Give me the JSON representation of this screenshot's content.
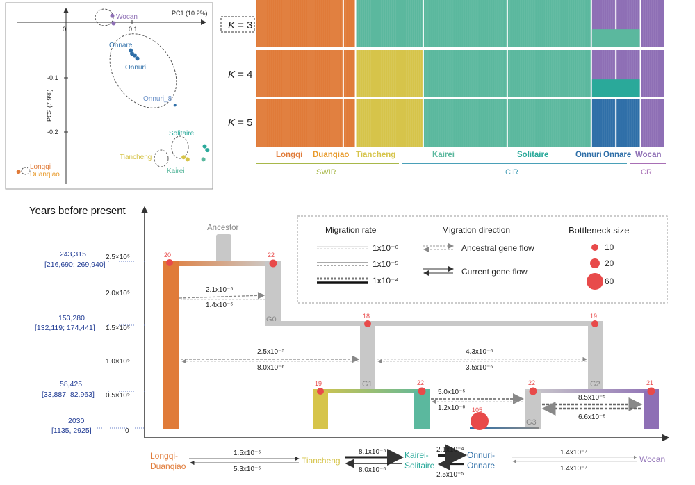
{
  "colors": {
    "longqi": "#e07b39",
    "duanqiao": "#e89a2a",
    "tiancheng": "#d6c44a",
    "kairei": "#5bb89e",
    "solitaire": "#2aa99a",
    "onnuri": "#2f6fa8",
    "onnare": "#2f6fa8",
    "wocan": "#8e6fb5",
    "swir": "#a8b84a",
    "cir": "#4aa0b8",
    "cr": "#a86fb5",
    "bottleneck": "#e84a4a",
    "tick_blue": "#1f3a93",
    "grey_branch": "#c8c8c8"
  },
  "pca": {
    "pc1_label": "PC1 (10.2%)",
    "pc2_label": "PC2 (7.9%)",
    "x_ticks": [
      "0",
      "0.1"
    ],
    "y_ticks": [
      "-0.1",
      "-0.2"
    ],
    "labels": {
      "wocan": "Wocan",
      "onnare": "Onnare",
      "onnuri": "Onnuri",
      "onnuri8": "Onnuri_8",
      "solitaire": "Solitaire",
      "tiancheng": "Tiancheng",
      "kairei": "Kairei",
      "longqi": "Longqi",
      "duanqiao": "Duanqiao"
    },
    "points": [
      {
        "group": "wocan",
        "x": 0.07,
        "y": 0.012
      },
      {
        "group": "wocan",
        "x": 0.072,
        "y": -0.002
      },
      {
        "group": "onnare",
        "x": 0.098,
        "y": -0.052
      },
      {
        "group": "onnare",
        "x": 0.1,
        "y": -0.058
      },
      {
        "group": "onnare",
        "x": 0.104,
        "y": -0.061
      },
      {
        "group": "onnuri",
        "x": 0.108,
        "y": -0.067
      },
      {
        "group": "onnuri8",
        "x": 0.165,
        "y": -0.153
      },
      {
        "group": "solitaire",
        "x": 0.21,
        "y": -0.229
      },
      {
        "group": "solitaire",
        "x": 0.214,
        "y": -0.236
      },
      {
        "group": "tiancheng",
        "x": 0.178,
        "y": -0.249
      },
      {
        "group": "tiancheng",
        "x": 0.184,
        "y": -0.253
      },
      {
        "group": "kairei",
        "x": 0.208,
        "y": -0.253
      },
      {
        "group": "longqi",
        "x": -0.072,
        "y": -0.276
      }
    ]
  },
  "admixture": {
    "rows": [
      {
        "label_k": "K",
        "label_eq": " = 3",
        "boxed": true
      },
      {
        "label_k": "K",
        "label_eq": " = 4",
        "boxed": false
      },
      {
        "label_k": "K",
        "label_eq": " = 5",
        "boxed": false
      }
    ],
    "populations": [
      {
        "name": "Longqi",
        "color": "#e07b39",
        "frac": 0.215
      },
      {
        "name": "Duanqiao",
        "color": "#e89a2a",
        "frac": 0.03
      },
      {
        "name": "Tiancheng",
        "color": "#d6c44a",
        "frac": 0.165
      },
      {
        "name": "Kairei",
        "color": "#5bb89e",
        "frac": 0.205
      },
      {
        "name": "Solitaire",
        "color": "#2aa99a",
        "frac": 0.205
      },
      {
        "name": "Onnuri",
        "color": "#2f6fa8",
        "frac": 0.06
      },
      {
        "name": "Onnare",
        "color": "#2f6fa8",
        "frac": 0.06
      },
      {
        "name": "Wocan",
        "color": "#8e6fb5",
        "frac": 0.06
      }
    ],
    "regions": [
      {
        "name": "SWIR",
        "color": "#a8b84a"
      },
      {
        "name": "CIR",
        "color": "#4aa0b8"
      },
      {
        "name": "CR",
        "color": "#a86fb5"
      }
    ]
  },
  "demography": {
    "y_title": "Years before present",
    "ancestor_label": "Ancestor",
    "y_ticks": [
      "2.5×10⁵",
      "2.0×10⁵",
      "1.5×10⁵",
      "1.0×10⁵",
      "0.5×10⁵",
      "0"
    ],
    "time_estimates": [
      {
        "value": "243,315",
        "ci": "[216,690; 269,940]"
      },
      {
        "value": "153,280",
        "ci": "[132,119; 174,441]"
      },
      {
        "value": "58,425",
        "ci": "[33,887; 82,963]"
      },
      {
        "value": "2030",
        "ci": "[1135, 2925]"
      }
    ],
    "node_labels": {
      "g0": "G0",
      "g1": "G1",
      "g2": "G2",
      "g3": "G3"
    },
    "bottlenecks": {
      "b1": "20",
      "b2": "22",
      "b3": "18",
      "b4": "19",
      "b5": "19",
      "b6": "22",
      "b7": "22",
      "b8": "21",
      "b9": "105"
    },
    "legend": {
      "rate_title": "Migration rate",
      "direction_title": "Migration direction",
      "bottleneck_title": "Bottleneck size",
      "rate1": "1x10⁻⁶",
      "rate2": "1x10⁻⁵",
      "rate3": "1x10⁻⁴",
      "ancestral": "Ancestral gene flow",
      "current": "Current gene flow",
      "size10": "10",
      "size20": "20",
      "size60": "60"
    },
    "migrations": {
      "m1_top": "2.1x10⁻⁵",
      "m1_bot": "1.4x10⁻⁶",
      "m2_top": "2.5x10⁻⁵",
      "m2_bot": "8.0x10⁻⁶",
      "m3_top": "4.3x10⁻⁶",
      "m3_bot": "3.5x10⁻⁶",
      "m4_top": "5.0x10⁻⁵",
      "m4_bot": "1.2x10⁻⁶",
      "m5_top": "8.5x10⁻⁵",
      "m5_bot": "6.6x10⁻⁵"
    },
    "current_flow": {
      "pop1": "Longqi-",
      "pop1b": "Duanqiao",
      "pop2": "Tiancheng",
      "pop3": "Kairei-",
      "pop3b": "Solitaire",
      "pop4": "Onnuri-",
      "pop4b": "Onnare",
      "pop5": "Wocan",
      "f1_top": "1.5x10⁻⁵",
      "f1_bot": "5.3x10⁻⁶",
      "f2_top": "8.1x10⁻⁵",
      "f2_bot": "8.0x10⁻⁶",
      "f3_top": "2.1x10⁻⁴",
      "f3_bot": "2.5x10⁻⁵",
      "f4_top": "1.4x10⁻⁷",
      "f4_bot": "1.4x10⁻⁷"
    }
  }
}
